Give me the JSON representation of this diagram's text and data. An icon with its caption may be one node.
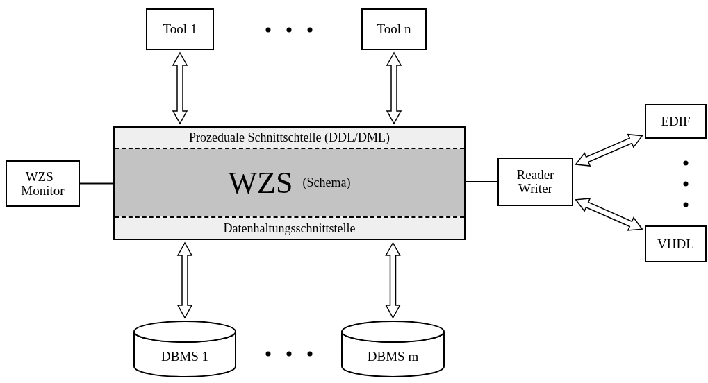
{
  "diagram": {
    "nodes": [
      {
        "text": [
          "Tool 1"
        ]
      },
      {
        "text": [
          "Tool n"
        ]
      },
      {
        "text": [],
        "shape": "box"
      },
      {
        "text": [
          "Prozeduale Schnittschtelle (DDL/DML)"
        ],
        "in": 2
      },
      {
        "text": [
          "WZS",
          "(Schema)"
        ],
        "in": 2
      },
      {
        "text": [
          "Datenhaltungsschnittstelle"
        ],
        "in": 2
      },
      {
        "text": [
          "WZS– Monitor"
        ]
      },
      {
        "text": [
          "Reader Writer"
        ]
      },
      {
        "text": [
          "EDIF"
        ]
      },
      {
        "text": [
          "VHDL"
        ]
      },
      {
        "text": [
          "DBMS 1"
        ]
      },
      {
        "text": [
          "DBMS m"
        ]
      }
    ],
    "edges": [
      {
        "from": 0,
        "to": 2,
        "arrow": "both"
      },
      {
        "from": 1,
        "to": 2,
        "arrow": "both"
      },
      {
        "from": 6,
        "to": 2,
        "arrow": "none"
      },
      {
        "from": 2,
        "to": 7,
        "arrow": "none"
      },
      {
        "from": 7,
        "to": 8,
        "arrow": "both"
      },
      {
        "from": 7,
        "to": 9,
        "arrow": "both"
      },
      {
        "from": 2,
        "to": 10,
        "arrow": "both"
      },
      {
        "from": 2,
        "to": 11,
        "arrow": "both"
      }
    ]
  }
}
